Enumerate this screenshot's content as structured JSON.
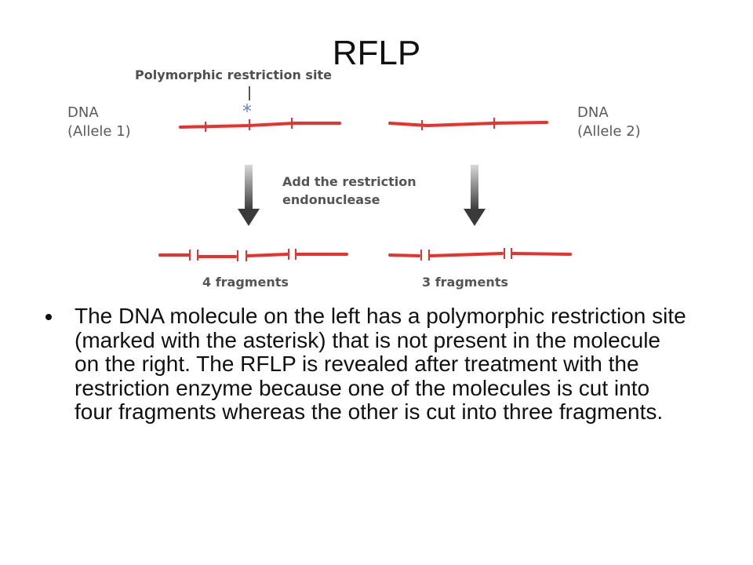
{
  "slide": {
    "title": "RFLP",
    "bullet_text": "The DNA molecule on the left has a polymorphic restriction site (marked with the asterisk) that is not present in the molecule on the right. The RFLP is revealed after treatment with the restriction enzyme because one of the molecules is cut into four fragments whereas the other is cut into three fragments."
  },
  "diagram": {
    "site_label": "Polymorphic restriction site",
    "asterisk": "*",
    "allele1_label_line1": "DNA",
    "allele1_label_line2": "(Allele 1)",
    "allele2_label_line1": "DNA",
    "allele2_label_line2": "(Allele 2)",
    "step_label_line1": "Add the restriction",
    "step_label_line2": "endonuclease",
    "left_result_label": "4 fragments",
    "right_result_label": "3 fragments",
    "dna_color": "#e8322e",
    "arrow_color": "#4a4a4a"
  }
}
